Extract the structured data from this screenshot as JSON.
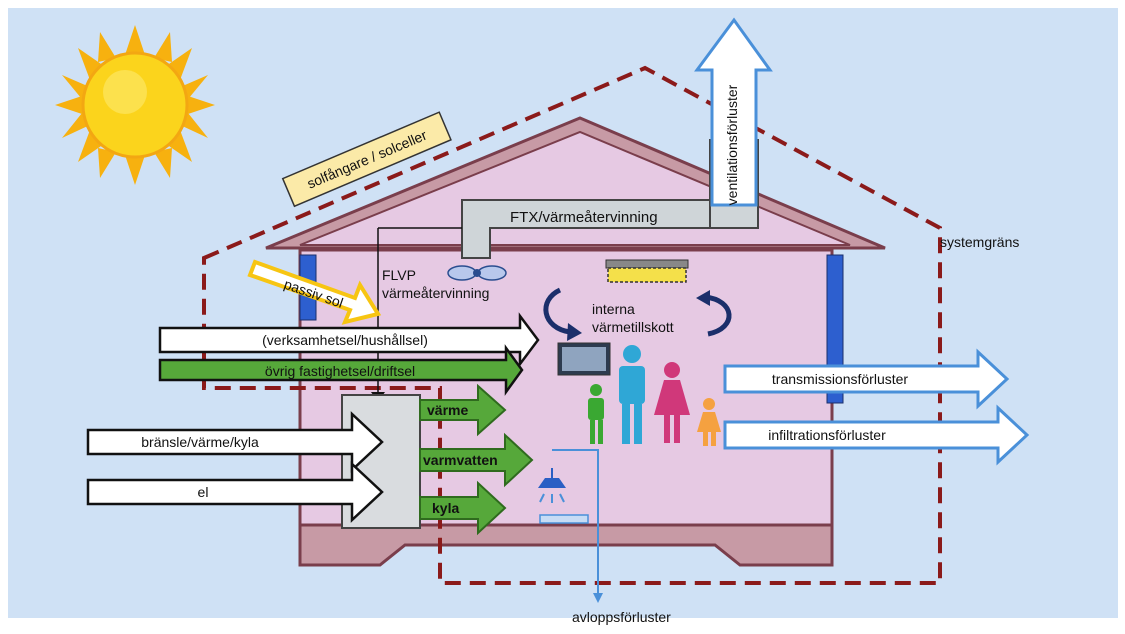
{
  "labels": {
    "solar_collectors": "solfångare / solceller",
    "passive_sun": "passiv sol",
    "ventilation_losses": "ventilationsförluster",
    "ftx": "FTX/värmeåtervinning",
    "system_boundary": "systemgräns",
    "flvp_line1": "FLVP",
    "flvp_line2": "värmeåtervinning",
    "internal_line1": "interna",
    "internal_line2": "värmetillskott",
    "business_electricity": "(verksamhetsel/hushållsel)",
    "property_electricity": "övrig fastighetsel/driftsel",
    "fuel_heat_cool": "bränsle/värme/kyla",
    "electricity": "el",
    "heat": "värme",
    "hot_water": "varmvatten",
    "cooling": "kyla",
    "transmission_losses": "transmissionsförluster",
    "infiltration_losses": "infiltrationsförluster",
    "drain_losses": "avloppsförluster"
  },
  "colors": {
    "sky": "#cfe1f5",
    "house_fill": "#e6c9e3",
    "roof_fill": "#d6b4d2",
    "outline": "#7a3e4c",
    "boundary": "#8b1a1a",
    "green_arrow": "#56a83a",
    "blue_arrow": "#4a90d9",
    "sun": "#fbd41c"
  }
}
